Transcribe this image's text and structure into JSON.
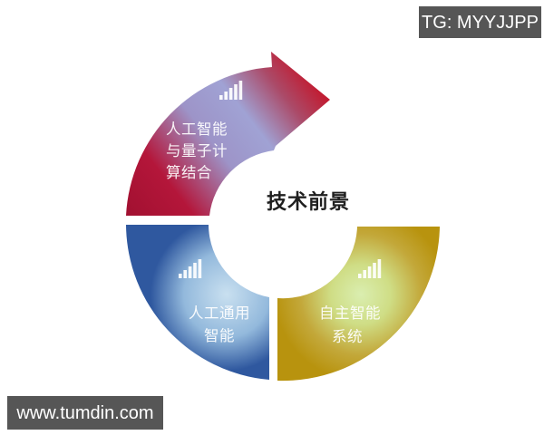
{
  "badges": {
    "telegram": {
      "label": "TG: MYYJJPP"
    },
    "website": {
      "label": "www.tumdin.com"
    }
  },
  "diagram": {
    "center_title": "技术前景",
    "segments": [
      {
        "name": "人工智能与量子计算结合",
        "lines": [
          "人工智能",
          "与量子计",
          "算结合"
        ],
        "icon": "bar-chart-icon"
      },
      {
        "name": "人工通用智能",
        "lines": [
          "人工通用",
          "智能"
        ],
        "icon": "bar-chart-icon"
      },
      {
        "name": "自主智能系统",
        "lines": [
          "自主智能",
          "系统"
        ],
        "icon": "bar-chart-icon"
      }
    ]
  },
  "colors": {
    "red_deep": "#a01030",
    "red_bright": "#b4163a",
    "lavender_mix": "#9d94c8",
    "lavender": "#a0a2d4",
    "red_lavender": "#ab4a68",
    "red_arrow": "#c11d33",
    "blue_light": "#c9e0f0",
    "blue_mid": "#93b9dc",
    "blue_deep": "#2f589f",
    "gold_glow": "#daeeb0",
    "gold_mid": "#cfdd85",
    "gold_tone": "#c3a83a",
    "gold_deep": "#b8930e",
    "badge_bg": "#565656",
    "badge_text": "#ffffff",
    "title_text": "#1f1f1f",
    "segment_text": "#ffffff"
  }
}
